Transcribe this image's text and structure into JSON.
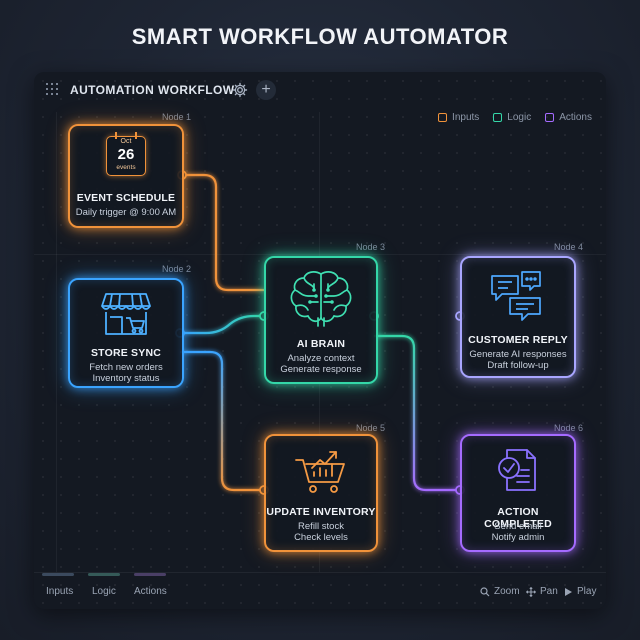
{
  "page_title": "SMART WORKFLOW AUTOMATOR",
  "toolbar": {
    "title": "AUTOMATION WORKFLOW"
  },
  "legend": [
    {
      "label": "Inputs",
      "color": "#f0923a"
    },
    {
      "label": "Logic",
      "color": "#34d7a8"
    },
    {
      "label": "Actions",
      "color": "#a56bff"
    }
  ],
  "nodes": {
    "n1": {
      "label": "Node 1",
      "title": "EVENT SCHEDULE",
      "lines": [
        "Daily trigger @ 9:00 AM"
      ],
      "cal_month": "Oct",
      "cal_day": "26",
      "cal_sub": "events",
      "color": "#f0923a"
    },
    "n2": {
      "label": "Node 2",
      "title": "STORE SYNC",
      "lines": [
        "Fetch new orders",
        "Inventory status"
      ],
      "color": "#3aa4ff"
    },
    "n3": {
      "label": "Node 3",
      "title": "AI BRAIN",
      "lines": [
        "Analyze context",
        "Generate response"
      ],
      "color": "#34d7a8"
    },
    "n4": {
      "label": "Node 4",
      "title": "CUSTOMER REPLY",
      "lines": [
        "Generate AI responses",
        "Draft follow-up"
      ],
      "color": "#a9a6ff"
    },
    "n5": {
      "label": "Node 5",
      "title": "UPDATE INVENTORY",
      "lines": [
        "Refill stock",
        "Check levels"
      ],
      "color": "#f0923a"
    },
    "n6": {
      "label": "Node 6",
      "title": "ACTION COMPLETED",
      "lines": [
        "Send email",
        "Notify admin"
      ],
      "color": "#a56bff"
    }
  },
  "footer": {
    "tabs": [
      "Inputs",
      "Logic",
      "Actions"
    ],
    "controls": [
      "Zoom",
      "Pan",
      "Play"
    ]
  }
}
